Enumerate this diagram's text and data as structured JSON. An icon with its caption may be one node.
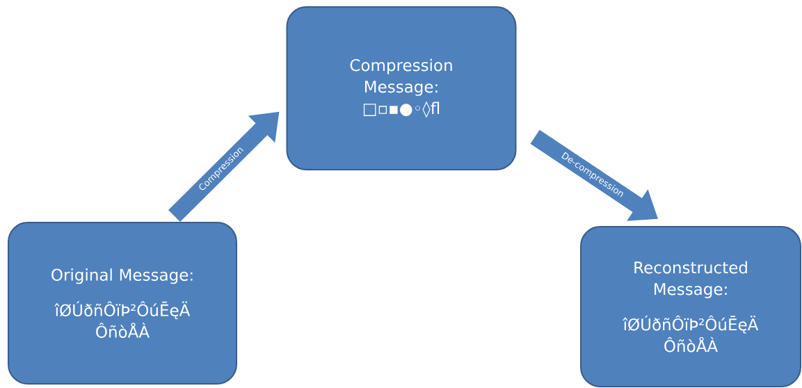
{
  "diagram": {
    "nodes": [
      {
        "text": [
          "Original Message:",
          "îØÚðñÔïÞ²ÔúĒęÄ ÔñòÅÀ"
        ]
      },
      {
        "text": [
          "Compression Message:",
          "□▫▪●◦◊fl"
        ]
      },
      {
        "text": [
          "Reconstructed Message:",
          "îØÚðñÔïÞ²ÔúĒęÄ ÔñòÅÀ"
        ]
      }
    ],
    "edges": [
      {
        "from": 0,
        "to": 1,
        "arrow": "to",
        "label": "Compression"
      },
      {
        "from": 1,
        "to": 2,
        "arrow": "to",
        "label": "De-compression"
      }
    ]
  }
}
